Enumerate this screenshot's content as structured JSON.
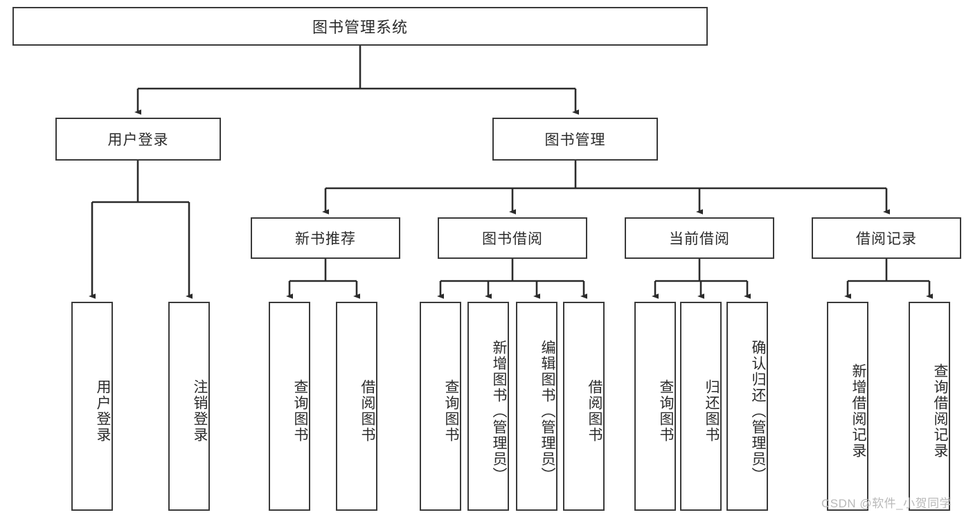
{
  "diagram": {
    "title": "图书管理系统",
    "type": "system-structure-tree",
    "watermark": "CSDN @软件_小贺同学",
    "colors": {
      "background": "#ffffff",
      "box_border": "#3a3a3a",
      "box_fill": "#ffffff",
      "connector": "#2b2b2b",
      "text": "#2b2b2b",
      "watermark": "#b9b9b9"
    },
    "root": {
      "label": "图书管理系统"
    },
    "level2": [
      {
        "label": "用户登录"
      },
      {
        "label": "图书管理"
      }
    ],
    "level3": [
      {
        "label": "新书推荐"
      },
      {
        "label": "图书借阅"
      },
      {
        "label": "当前借阅"
      },
      {
        "label": "借阅记录"
      }
    ],
    "leaves": {
      "user_login": [
        {
          "label": "用户登录"
        },
        {
          "label": "注销登录"
        }
      ],
      "new_book_recommend": [
        {
          "label": "查询图书"
        },
        {
          "label": "借阅图书"
        }
      ],
      "book_borrow": [
        {
          "label": "查询图书"
        },
        {
          "label": "新增图书（管理员）"
        },
        {
          "label": "编辑图书（管理员）"
        },
        {
          "label": "借阅图书"
        }
      ],
      "current_borrow": [
        {
          "label": "查询图书"
        },
        {
          "label": "归还图书"
        },
        {
          "label": "确认归还（管理员）"
        }
      ],
      "borrow_record": [
        {
          "label": "新增借阅记录"
        },
        {
          "label": "查询借阅记录"
        }
      ]
    }
  }
}
